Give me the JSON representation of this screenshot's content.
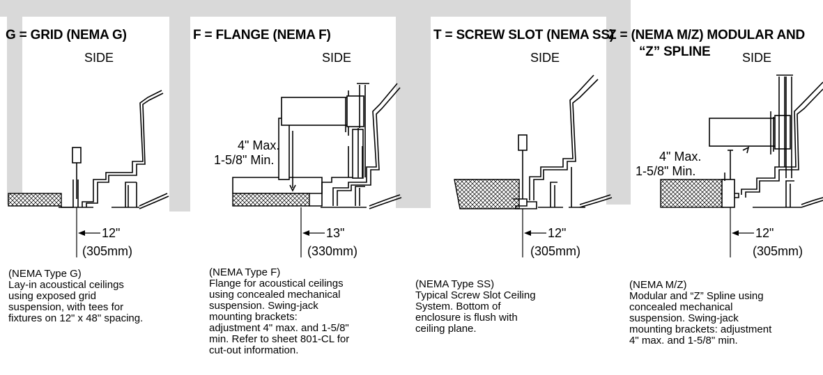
{
  "panels": [
    {
      "id": "g",
      "title": "G = GRID (NEMA G)",
      "side": "SIDE",
      "dims": [],
      "spacing": "12\"",
      "spacing_mm": "(305mm)",
      "description": "(NEMA Type G)\nLay-in acoustical ceilings\nusing exposed grid\nsuspension, with tees for\nfixtures on 12\" x 48\" spacing."
    },
    {
      "id": "f",
      "title": "F = FLANGE (NEMA F)",
      "side": "SIDE",
      "dims": [
        "4\" Max.",
        "1-5/8\" Min."
      ],
      "spacing": "13\"",
      "spacing_mm": "(330mm)",
      "description": "(NEMA Type F)\nFlange for acoustical ceilings\nusing concealed mechanical\nsuspension. Swing-jack\nmounting brackets:\nadjustment 4\" max. and 1-5/8\"\nmin. Refer to sheet 801-CL for\ncut-out information."
    },
    {
      "id": "t",
      "title": "T = SCREW SLOT (NEMA SS)",
      "side": "SIDE",
      "dims": [],
      "spacing": "12\"",
      "spacing_mm": "(305mm)",
      "description": "(NEMA Type SS)\nTypical Screw Slot Ceiling\nSystem. Bottom of\nenclosure is flush with\nceiling plane."
    },
    {
      "id": "z",
      "title": "Z = (NEMA M/Z) MODULAR AND",
      "title2": "“Z” SPLINE",
      "side": "SIDE",
      "dims": [
        "4\" Max.",
        "1-5/8\" Min."
      ],
      "spacing": "12\"",
      "spacing_mm": "(305mm)",
      "description": "(NEMA M/Z)\nModular and “Z” Spline using\nconcealed mechanical\nsuspension. Swing-jack\nmounting brackets: adjustment\n4\" max. and 1-5/8\" min."
    }
  ]
}
